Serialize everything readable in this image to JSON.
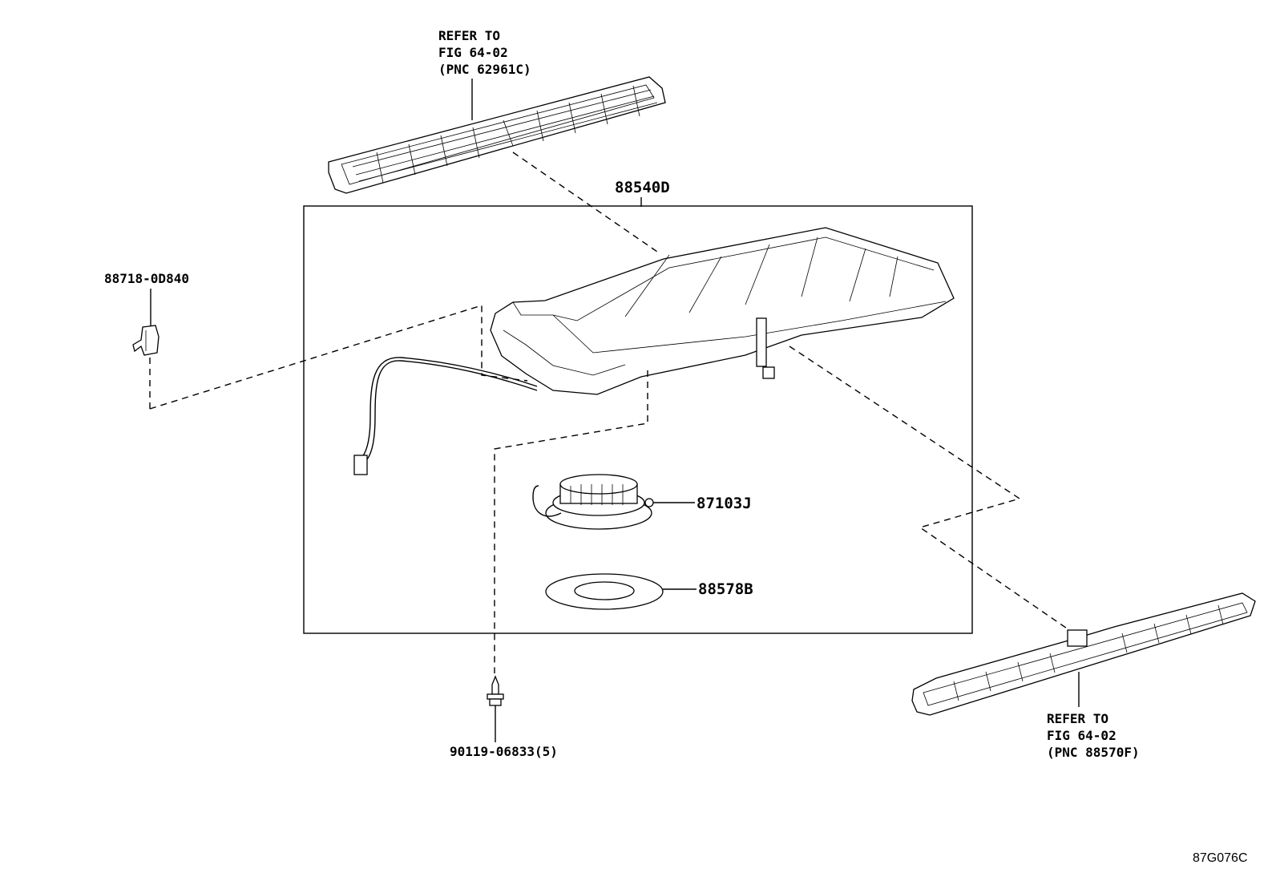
{
  "callouts": {
    "top_grille": [
      "REFER TO",
      "FIG 64-02",
      "(PNC 62961C)"
    ],
    "bottom_grille": [
      "REFER TO",
      "FIG 64-02",
      "(PNC 88570F)"
    ]
  },
  "parts": {
    "assembly": "88540D",
    "clip": "88718-0D840",
    "blower_motor": "87103J",
    "gasket": "88578B",
    "screw": "90119-06833(5)"
  },
  "figure_id": "87G076C"
}
